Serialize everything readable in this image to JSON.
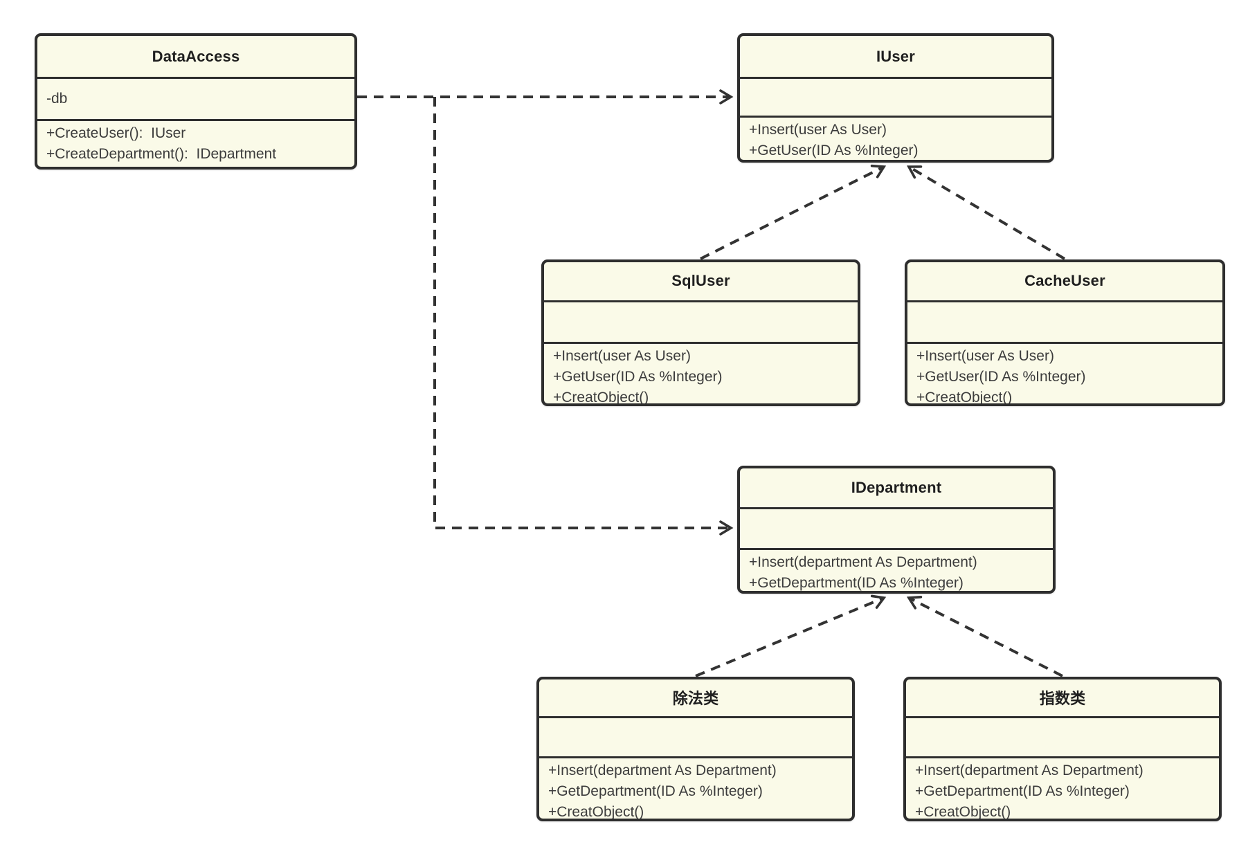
{
  "diagram": {
    "kind": "uml-class-diagram",
    "colors": {
      "background": "#ffffff",
      "box_fill": "#fafae8",
      "box_border": "#2e2e2e",
      "title_text": "#1f1f1f",
      "member_text": "#3c3c3c",
      "connector": "#333333"
    },
    "classes": [
      {
        "id": "dataaccess",
        "name": "DataAccess",
        "attributes": [
          "-db"
        ],
        "methods": [
          "+CreateUser():  IUser",
          "+CreateDepartment():  IDepartment"
        ]
      },
      {
        "id": "iuser",
        "name": "IUser",
        "attributes": [],
        "methods": [
          "+Insert(user As User)",
          "+GetUser(ID As %Integer)"
        ]
      },
      {
        "id": "sqluser",
        "name": "SqlUser",
        "attributes": [],
        "methods": [
          "+Insert(user As User)",
          "+GetUser(ID As %Integer)",
          "+CreatObject()"
        ]
      },
      {
        "id": "cacheuser",
        "name": "CacheUser",
        "attributes": [],
        "methods": [
          "+Insert(user As User)",
          "+GetUser(ID As %Integer)",
          "+CreatObject()"
        ]
      },
      {
        "id": "idepartment",
        "name": "IDepartment",
        "attributes": [],
        "methods": [
          "+Insert(department As Department)",
          "+GetDepartment(ID As %Integer)"
        ]
      },
      {
        "id": "division-class",
        "name": "除法类",
        "attributes": [],
        "methods": [
          "+Insert(department As Department)",
          "+GetDepartment(ID As %Integer)",
          "+CreatObject()"
        ]
      },
      {
        "id": "exponent-class",
        "name": "指数类",
        "attributes": [],
        "methods": [
          "+Insert(department As Department)",
          "+GetDepartment(ID As %Integer)",
          "+CreatObject()"
        ]
      }
    ],
    "relations": [
      {
        "id": "dataaccess-to-iuser",
        "from": "dataaccess",
        "to": "iuser",
        "type": "dashed-dependency"
      },
      {
        "id": "dataaccess-to-idepartment",
        "from": "dataaccess",
        "to": "idepartment",
        "type": "dashed-dependency"
      },
      {
        "id": "sqluser-to-iuser",
        "from": "sqluser",
        "to": "iuser",
        "type": "dashed-dependency"
      },
      {
        "id": "cacheuser-to-iuser",
        "from": "cacheuser",
        "to": "iuser",
        "type": "dashed-dependency"
      },
      {
        "id": "division-to-idepartment",
        "from": "division-class",
        "to": "idepartment",
        "type": "dashed-dependency"
      },
      {
        "id": "exponent-to-idepartment",
        "from": "exponent-class",
        "to": "idepartment",
        "type": "dashed-dependency"
      }
    ]
  }
}
